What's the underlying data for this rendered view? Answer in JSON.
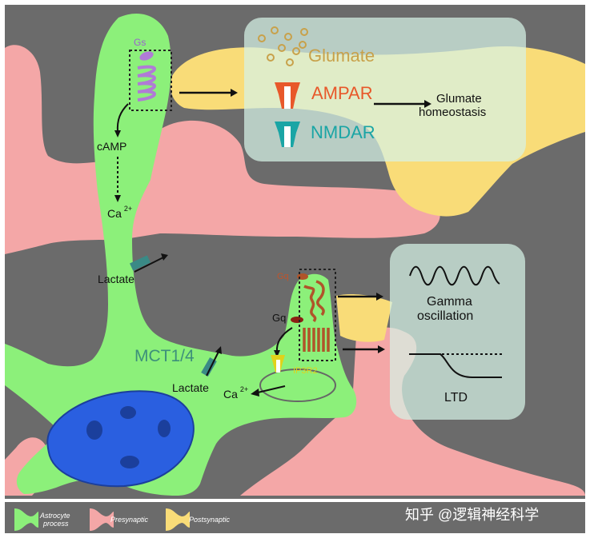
{
  "labels": {
    "gs": "Gs",
    "camp": "cAMP",
    "ca_top": "Ca",
    "ca_top_sup": "2+",
    "lactate_top": "Lactate",
    "lactate_bottom": "Lactate",
    "mct": "MCT1/4",
    "ca_bottom": "Ca",
    "ca_bottom_sup": "2+",
    "gq_top": "Gq",
    "gq_mid": "Gq",
    "ip3r2": "IP3R2",
    "glumate": "Glumate",
    "ampar": "AMPAR",
    "nmdar": "NMDAR",
    "homeostasis_1": "Glumate",
    "homeostasis_2": "homeostasis",
    "gamma_1": "Gamma",
    "gamma_2": "oscillation",
    "ltd": "LTD"
  },
  "legend": {
    "astro_1": "Astrocyte",
    "astro_2": "process",
    "pre": "Presynaptic",
    "post": "Postsynaptic"
  },
  "watermark": "知乎 @逻辑神经科学",
  "colors": {
    "background": "#6b6b6b",
    "astrocyte": "#8cf07a",
    "presynaptic": "#f4a7a7",
    "postsynaptic": "#f9dc78",
    "nucleus": "#2a5fe0",
    "panel": "#d6f2e6",
    "gs_receptor": "#b07bd6",
    "gq_receptor": "#b0542a",
    "glumate_text": "#c8a14a",
    "ampar": "#e8582a",
    "nmdar": "#1aa5a5",
    "mct": "#3a8a86",
    "ip3r2": "#e0d21a"
  }
}
